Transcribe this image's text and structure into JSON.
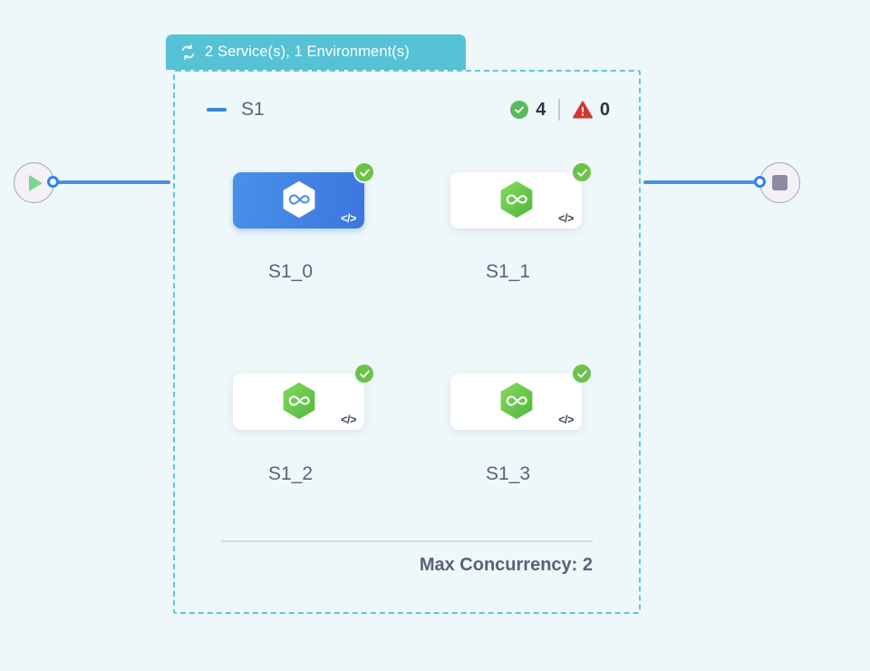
{
  "canvas": {
    "background_color": "#eef8fb"
  },
  "start_node": {
    "name": "start-node",
    "icon": "play-icon",
    "icon_color": "#7ed48f",
    "handle": "source-handle"
  },
  "end_node": {
    "name": "end-node",
    "icon": "stop-icon",
    "icon_color": "#8b8ba3",
    "handle": "target-handle"
  },
  "group": {
    "header": {
      "icon": "sync-loop-icon",
      "title": "2 Service(s), 1 Environment(s)",
      "background_color": "#55c2d6",
      "text_color": "#ffffff"
    },
    "border_color": "#5ec8d8",
    "collapse_toggle": {
      "icon": "minus-icon",
      "color": "#3b82d8"
    },
    "name": "S1",
    "status": {
      "success": {
        "icon": "check-circle-icon",
        "count": "4",
        "color": "#5cb85c"
      },
      "warning": {
        "icon": "warning-triangle-icon",
        "count": "0",
        "color": "#d9342b"
      }
    },
    "footer": {
      "label": "Max Concurrency: 2"
    }
  },
  "nodes": [
    {
      "label": "S1_0",
      "selected": true,
      "hex_icon": "infinity-hexagon-icon",
      "hex_color": "#ffffff",
      "code_tag": "</>",
      "badge": {
        "icon": "check-badge-icon",
        "color": "#6cc24a"
      }
    },
    {
      "label": "S1_1",
      "selected": false,
      "hex_icon": "infinity-hexagon-icon",
      "hex_color": "#6cc24a",
      "code_tag": "</>",
      "badge": {
        "icon": "check-badge-icon",
        "color": "#6cc24a"
      }
    },
    {
      "label": "S1_2",
      "selected": false,
      "hex_icon": "infinity-hexagon-icon",
      "hex_color": "#6cc24a",
      "code_tag": "</>",
      "badge": {
        "icon": "check-badge-icon",
        "color": "#6cc24a"
      }
    },
    {
      "label": "S1_3",
      "selected": false,
      "hex_icon": "infinity-hexagon-icon",
      "hex_color": "#6cc24a",
      "code_tag": "</>",
      "badge": {
        "icon": "check-badge-icon",
        "color": "#6cc24a"
      }
    }
  ]
}
